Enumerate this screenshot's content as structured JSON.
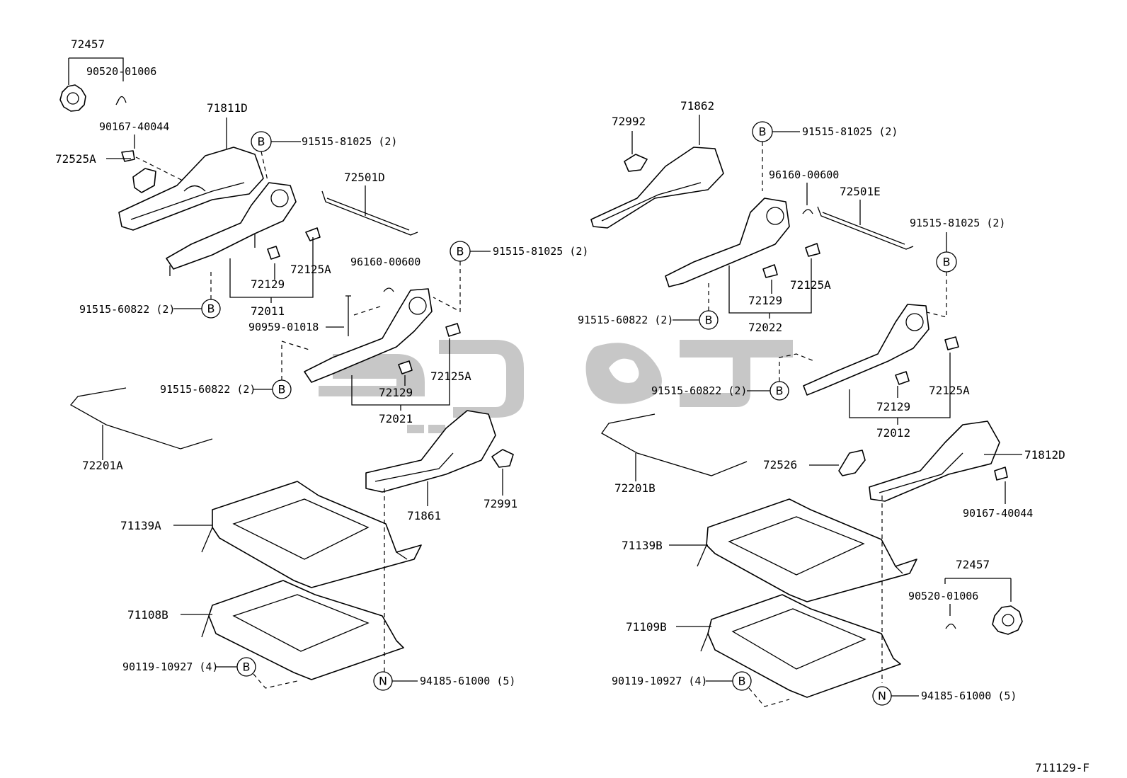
{
  "diagram_code": "711129-F",
  "left": {
    "knob_part": "72457",
    "clip_part": "90520-01006",
    "screw_part": "90167-40044",
    "cover_part": "71811D",
    "clip_cover_part": "72525A",
    "bolt_upper_note": "91515-81025 (2)",
    "rod_part": "72501D",
    "bolt_lower_note": "91515-60822 (2)",
    "adjuster_outer": "72011",
    "slider_part": "72129",
    "slide_stop": "72125A",
    "clip_mid_part": "96160-00600",
    "bolt_mid_note": "91515-81025 (2)",
    "pin_part": "90959-01018",
    "bolt_inner_note": "91515-60822 (2)",
    "slider_inner": "72129",
    "stop_inner": "72125A",
    "adjuster_inner": "72021",
    "wire_part": "72201A",
    "inner_cover": "71861",
    "inner_clip": "72991",
    "frame_upper": "71139A",
    "frame_lower": "71108B",
    "frame_bolt_note": "90119-10927 (4)",
    "nut_note": "94185-61000 (5)"
  },
  "right": {
    "clip_part": "72992",
    "cover_part": "71862",
    "bolt_upper_note": "91515-81025 (2)",
    "clip_mid_part": "96160-00600",
    "rod_part": "72501E",
    "bolt_side_note": "91515-81025 (2)",
    "slide_stop": "72125A",
    "slider_part": "72129",
    "bolt_lower_note": "91515-60822 (2)",
    "adjuster_inner": "72022",
    "bolt_inner_note": "91515-60822 (2)",
    "slider_outer": "72129",
    "stop_outer": "72125A",
    "adjuster_outer": "72012",
    "wire_part": "72201B",
    "cover_clip_part": "72526",
    "outer_cover": "71812D",
    "screw_part": "90167-40044",
    "frame_upper": "71139B",
    "frame_lower": "71109B",
    "knob_part": "72457",
    "knob_clip": "90520-01006",
    "frame_bolt_note": "90119-10927 (4)",
    "nut_note": "94185-61000 (5)"
  },
  "ref_letters": {
    "bolt": "B",
    "nut": "N"
  }
}
